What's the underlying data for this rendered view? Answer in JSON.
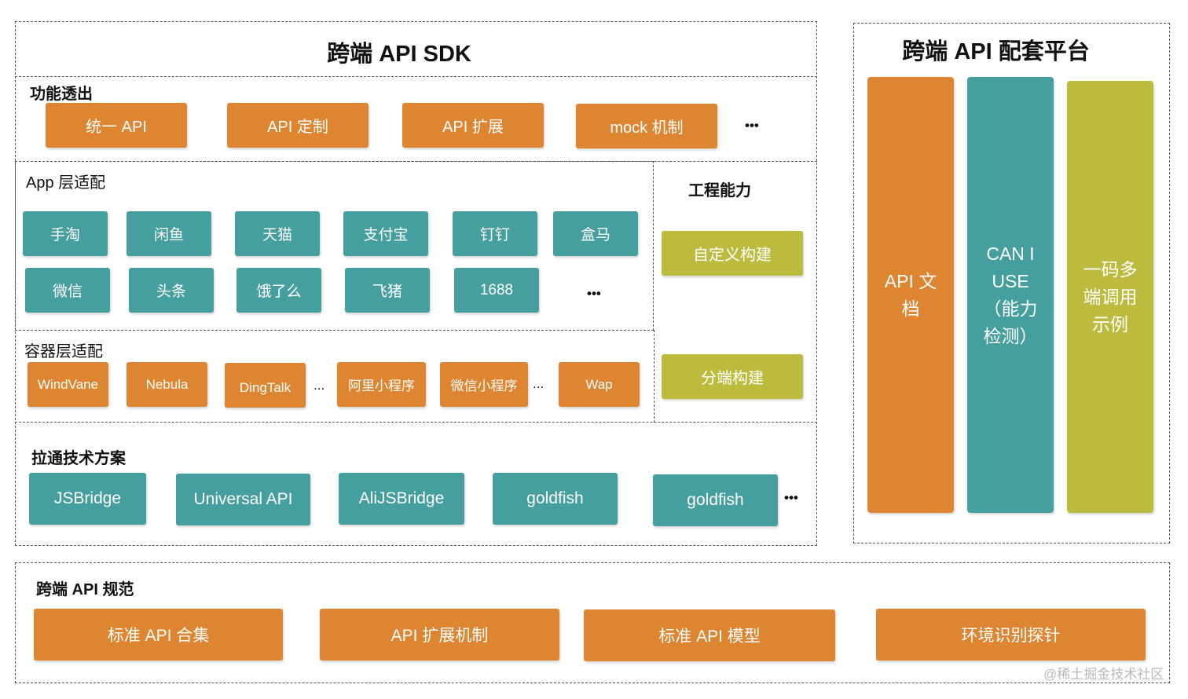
{
  "sdk": {
    "title": "跨端 API SDK",
    "function": {
      "title": "功能透出",
      "items": [
        "统一 API",
        "API 定制",
        "API 扩展",
        "mock 机制"
      ],
      "more": "•••"
    },
    "app_layer": {
      "title": "App 层适配",
      "row1": [
        "手淘",
        "闲鱼",
        "天猫",
        "支付宝",
        "钉钉",
        "盒马"
      ],
      "row2": [
        "微信",
        "头条",
        "饿了么",
        "飞猪",
        "1688"
      ],
      "more": "•••"
    },
    "container_layer": {
      "title": "容器层适配",
      "items": [
        "WindVane",
        "Nebula",
        "DingTalk",
        "阿里小程序",
        "微信小程序",
        "Wap"
      ],
      "ellipsis": "..."
    },
    "engineering": {
      "title": "工程能力",
      "items": [
        "自定义构建",
        "分端构建"
      ]
    },
    "bridge": {
      "title": "拉通技术方案",
      "items": [
        "JSBridge",
        "Universal API",
        "AliJSBridge",
        "goldfish",
        "goldfish"
      ],
      "more": "•••"
    }
  },
  "platform": {
    "title": "跨端 API 配套平台",
    "columns": [
      {
        "lines": [
          "API 文",
          "档"
        ]
      },
      {
        "lines": [
          "CAN I",
          "USE",
          "（能力",
          "检测）"
        ]
      },
      {
        "lines": [
          "一码多",
          "端调用",
          "示例"
        ]
      }
    ]
  },
  "spec": {
    "title": "跨端 API 规范",
    "items": [
      "标准 API 合集",
      "API 扩展机制",
      "标准 API 模型",
      "环境识别探针"
    ]
  },
  "watermark": "@稀土掘金技术社区",
  "colors": {
    "orange": "#de8532",
    "teal": "#469f9f",
    "olive": "#bcbb3e"
  }
}
